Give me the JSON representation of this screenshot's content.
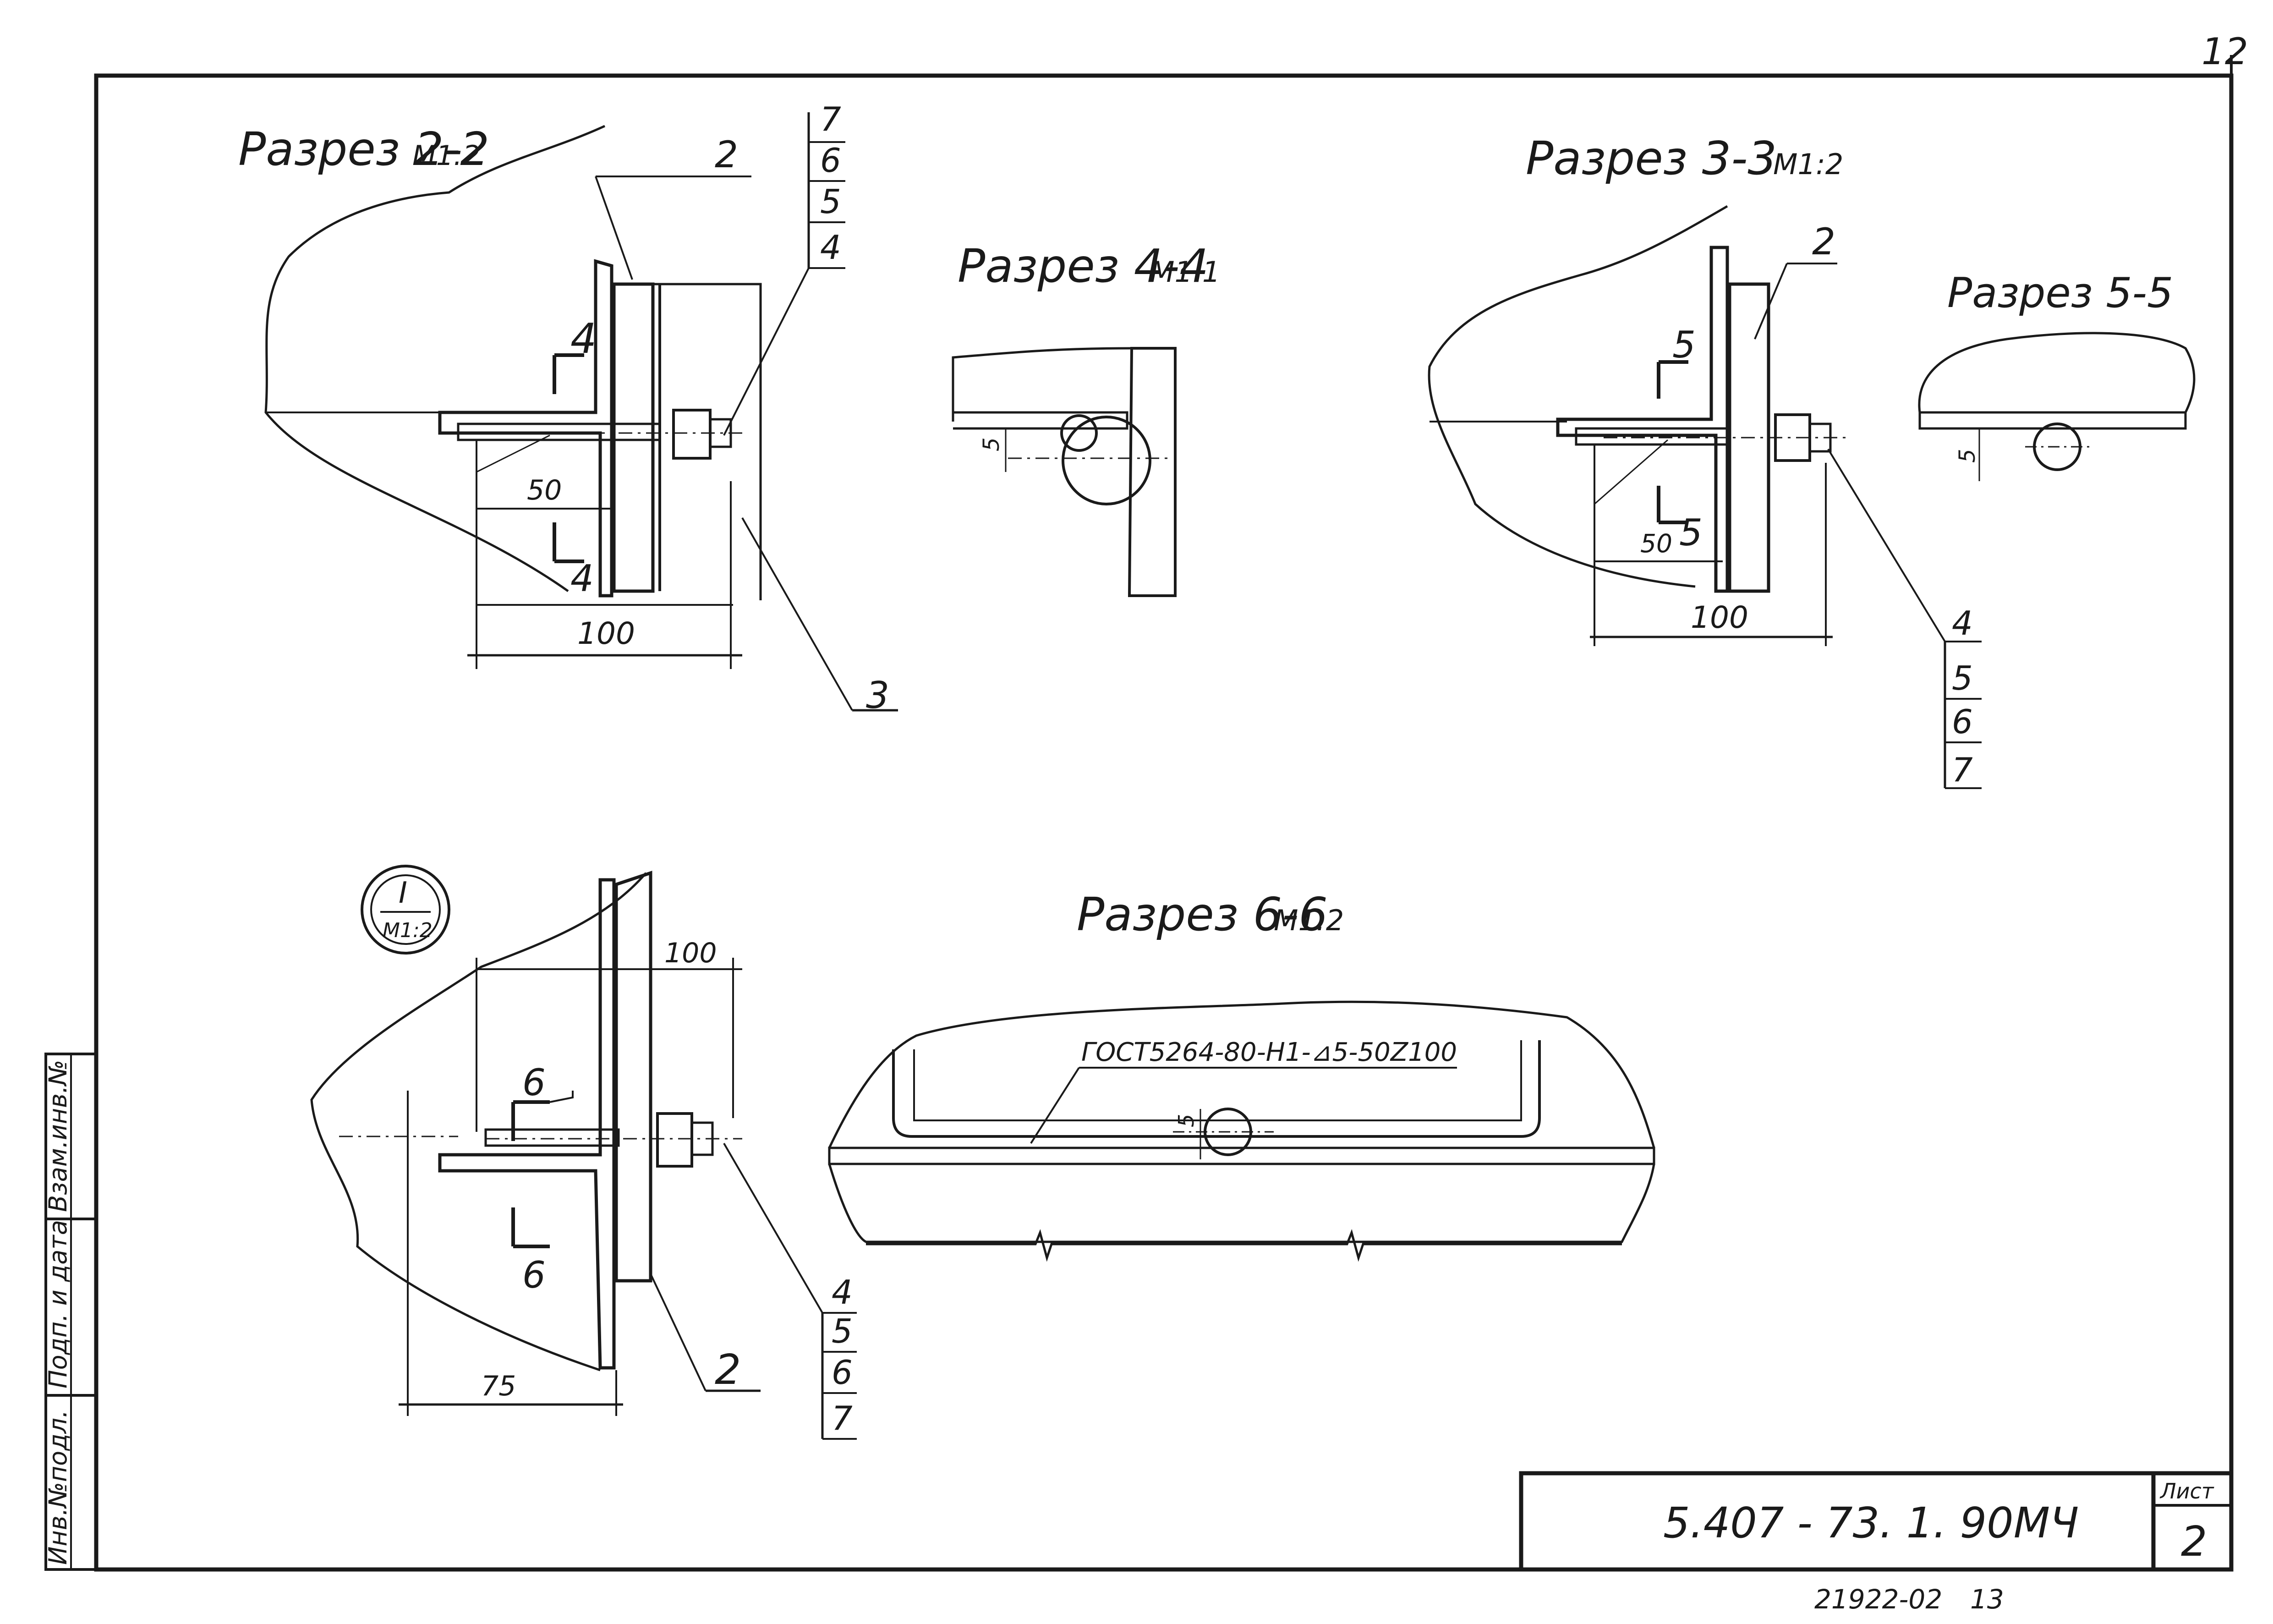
{
  "sheet": {
    "page_corner_number": "12",
    "document_code": "5.407 - 73. 1. 90МЧ",
    "sheet_label": "Лист",
    "sheet_number": "2",
    "archive_number": "21922-02",
    "archive_page": "13"
  },
  "side_stamp": {
    "cells": [
      "Инв.№подл.",
      "Подп. и дата",
      "Взам.инв.№"
    ]
  },
  "section_2_2": {
    "title": "Разрез 2-2",
    "scale": "М1:2",
    "callout_2": "2",
    "stack": [
      "7",
      "6",
      "5",
      "4"
    ],
    "section_mark_top": "4",
    "section_mark_bottom": "4",
    "dim_50": "50",
    "dim_100": "100",
    "callout_3": "3"
  },
  "section_4_4": {
    "title": "Разрез 4-4",
    "scale": "М1:1",
    "dim_5": "5"
  },
  "section_3_3": {
    "title": "Разрез 3-3",
    "scale": "М1:2",
    "callout_2": "2",
    "section_mark_top": "5",
    "section_mark_bottom": "5",
    "dim_50": "50",
    "dim_100": "100",
    "stack": [
      "4",
      "5",
      "6",
      "7"
    ]
  },
  "section_5_5": {
    "title": "Разрез 5-5",
    "dim_5": "5"
  },
  "node_1": {
    "label": "I",
    "scale": "М1:2",
    "dim_100": "100",
    "dim_75": "75",
    "section_mark_top": "6",
    "section_mark_bottom": "6",
    "stack": [
      "4",
      "5",
      "6",
      "7"
    ],
    "callout_2": "2"
  },
  "section_6_6": {
    "title": "Разрез 6-6",
    "scale": "М1:2",
    "weld_note": "ГОСТ5264-80-Н1-⊿5-50Z100",
    "dim_5": "5"
  }
}
